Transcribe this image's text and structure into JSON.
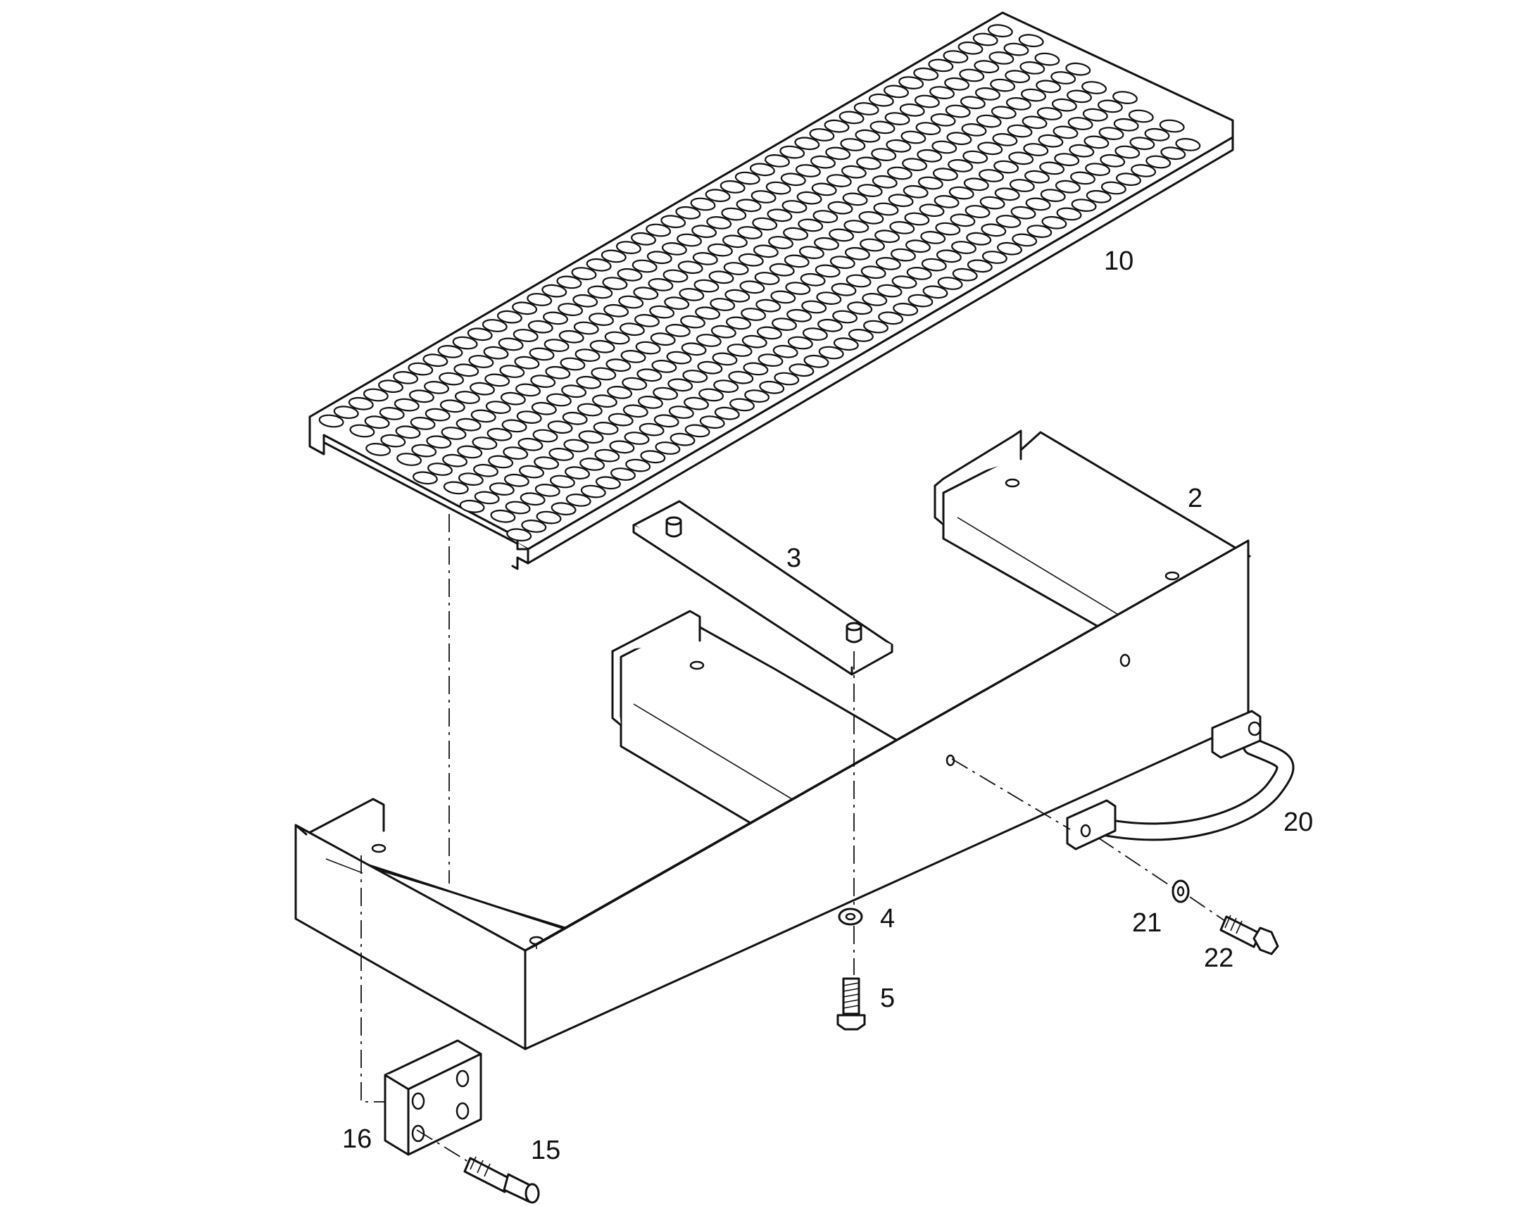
{
  "labels": {
    "p2": "2",
    "p3": "3",
    "p4": "4",
    "p5": "5",
    "p10": "10",
    "p15": "15",
    "p16": "16",
    "p20": "20",
    "p21": "21",
    "p22": "22"
  }
}
